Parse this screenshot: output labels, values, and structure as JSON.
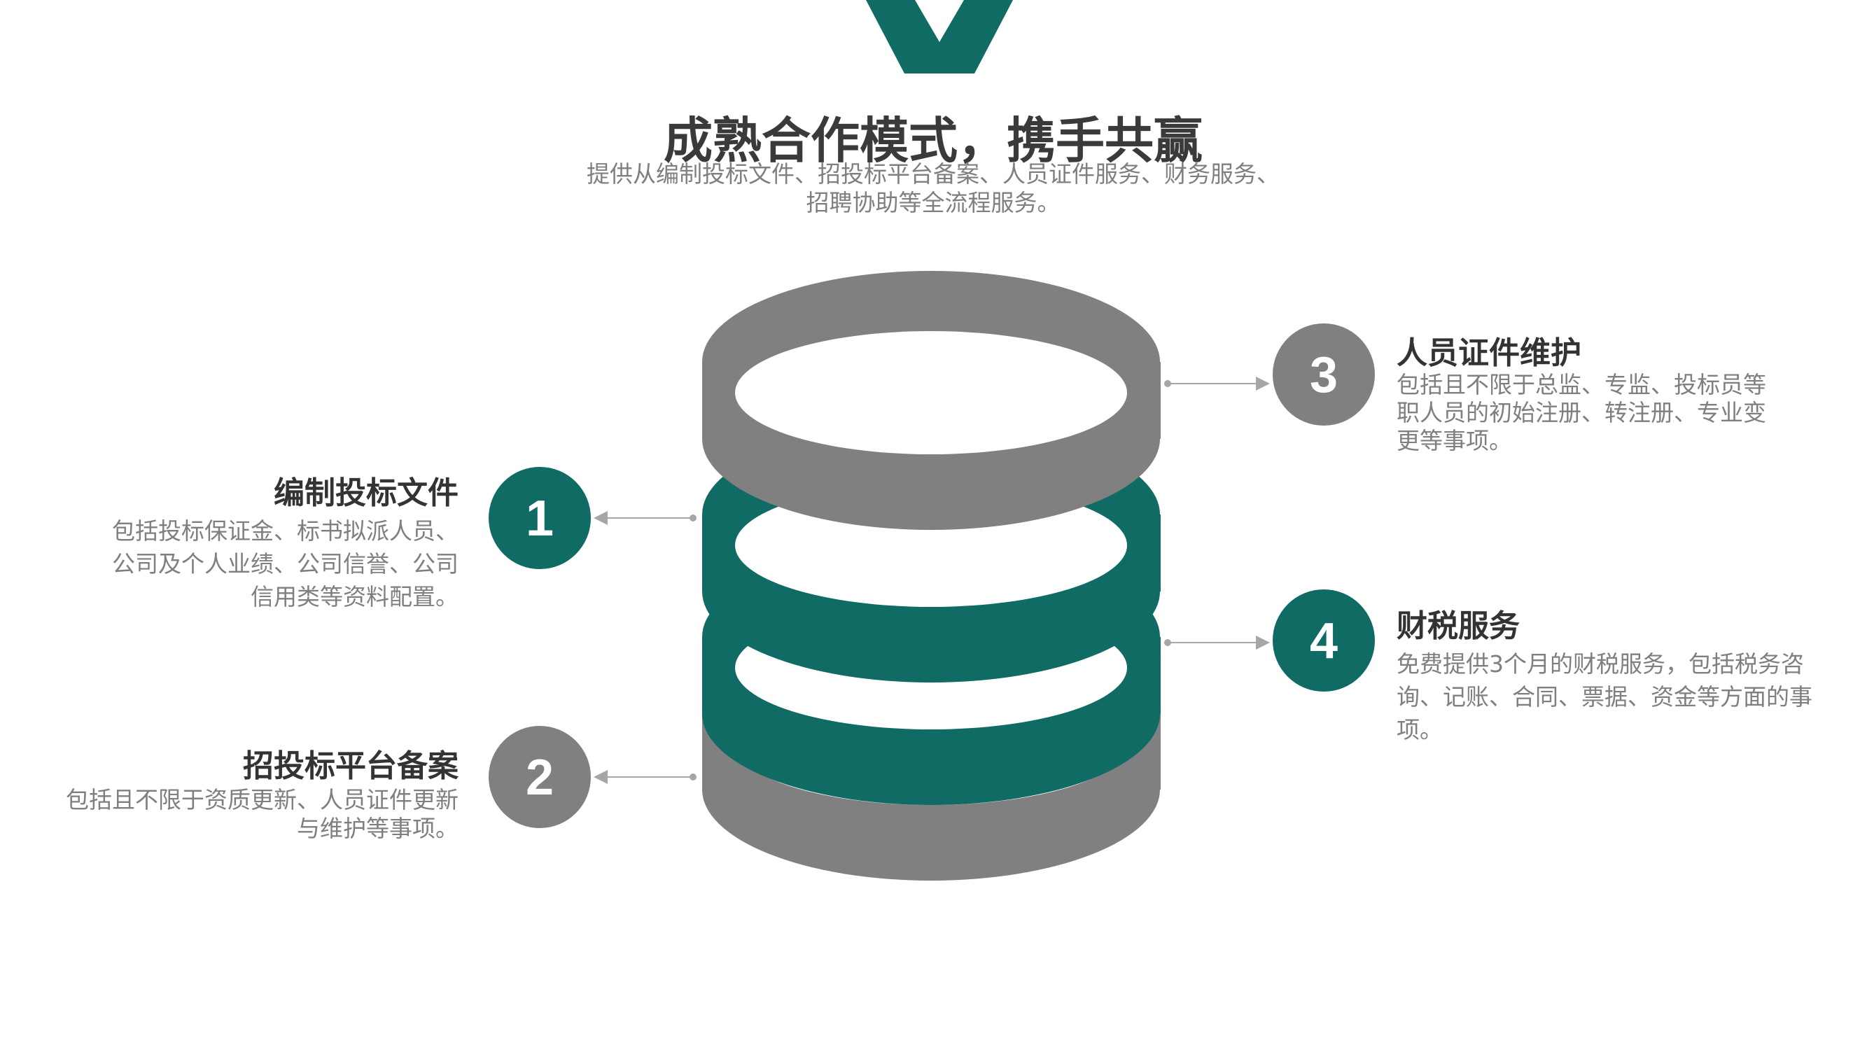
{
  "title": "成熟合作模式，携手共赢",
  "subtitle": "提供从编制投标文件、招投标平台备案、人员证件服务、财务服务、招聘协助等全流程服务。",
  "colors": {
    "teal": "#0f6b64",
    "gray": "#808080",
    "connector": "#a6a6a6"
  },
  "items": [
    {
      "number": "1",
      "title": "编制投标文件",
      "desc": "包括投标保证金、标书拟派人员、公司及个人业绩、公司信誉、公司信用类等资料配置。",
      "color": "#0f6b64"
    },
    {
      "number": "2",
      "title": "招投标平台备案",
      "desc": "包括且不限于资质更新、人员证件更新与维护等事项。",
      "color": "#808080"
    },
    {
      "number": "3",
      "title": "人员证件维护",
      "desc": "包括且不限于总监、专监、投标员等职人员的初始注册、转注册、专业变更等事项。",
      "color": "#808080"
    },
    {
      "number": "4",
      "title": "财税服务",
      "desc": "免费提供3个月的财税服务，包括税务咨询、记账、合同、票据、资金等方面的事项。",
      "color": "#0f6b64"
    }
  ]
}
